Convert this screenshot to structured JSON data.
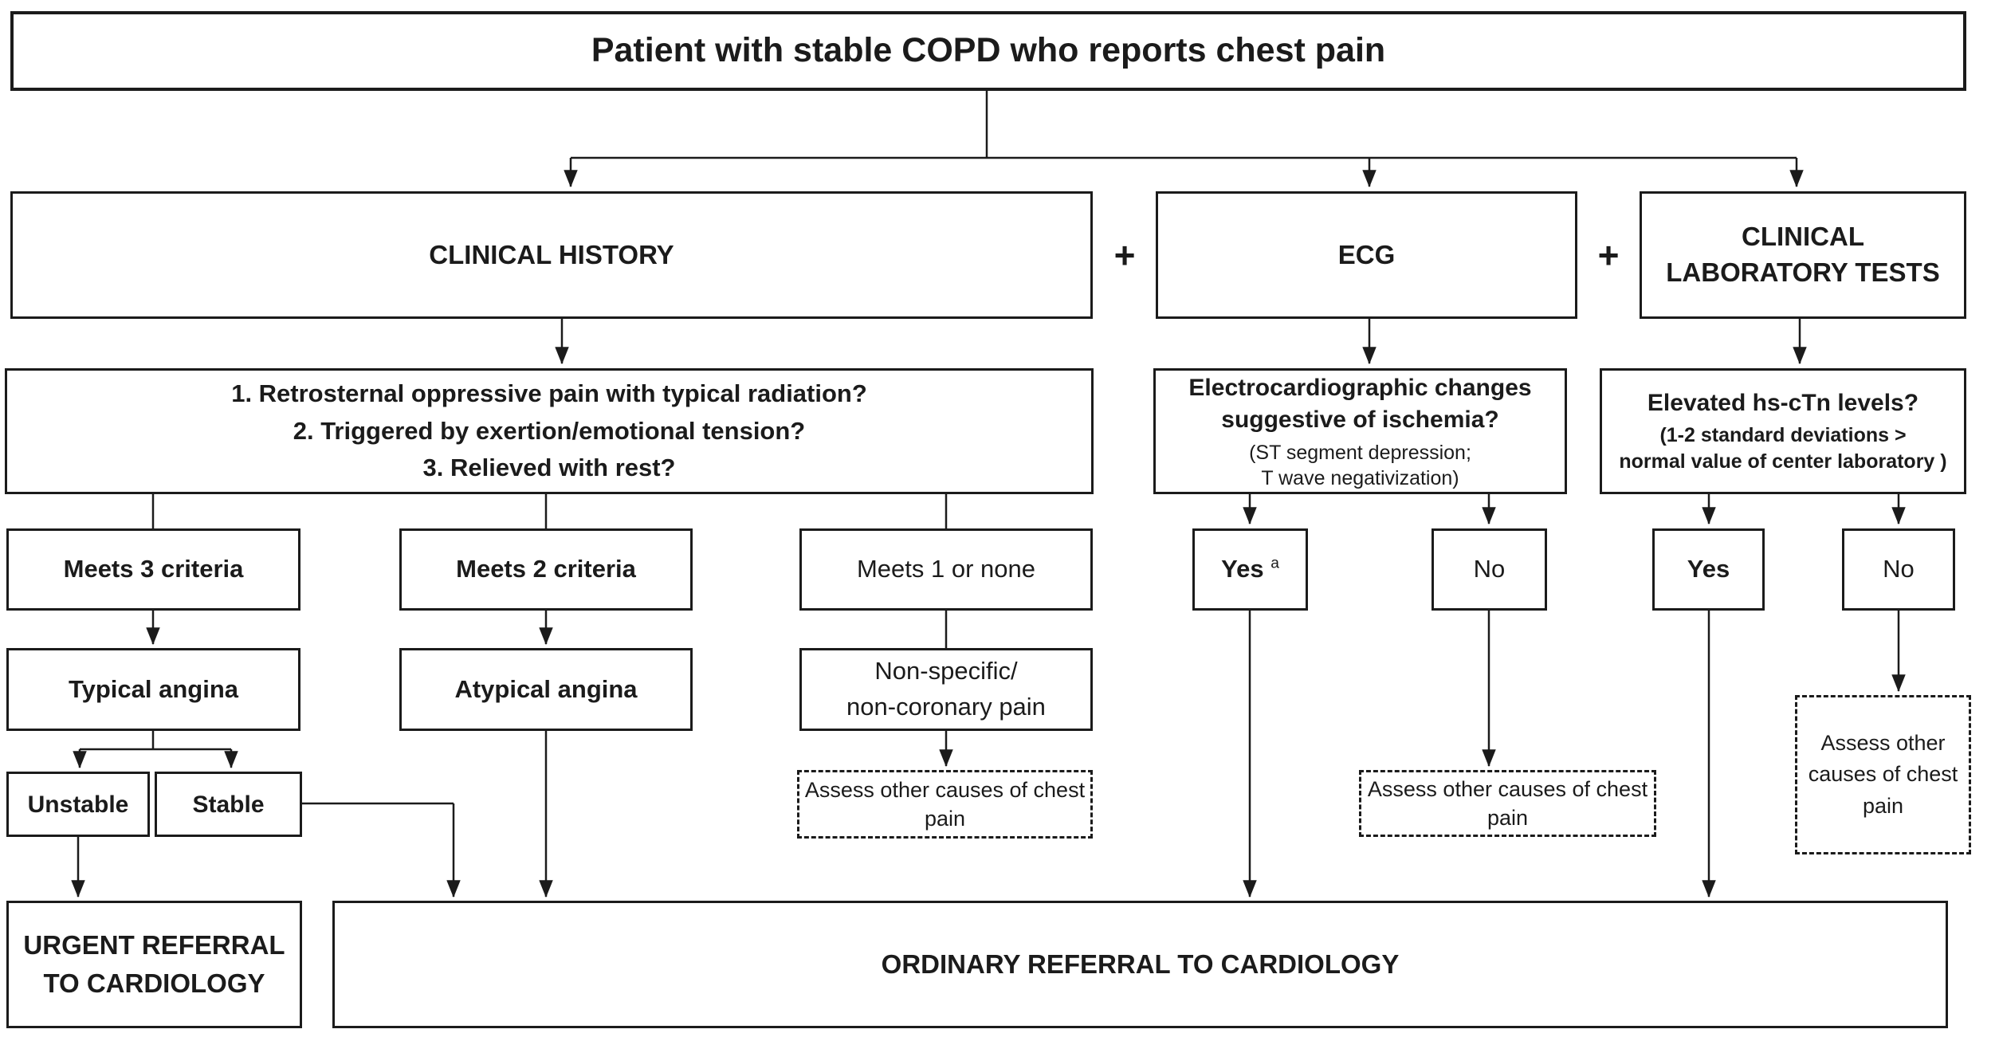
{
  "title": "Patient with stable COPD who reports chest pain",
  "operators": {
    "plus_left": "+",
    "plus_right": "+"
  },
  "clinical_history": {
    "header": "CLINICAL HISTORY",
    "criteria": [
      "1. Retrosternal oppressive pain with typical radiation?",
      "2. Triggered by exertion/emotional tension?",
      "3. Relieved with rest?"
    ],
    "meets_3": "Meets 3 criteria",
    "meets_2": "Meets 2 criteria",
    "meets_1": "Meets 1 or none",
    "typical_angina": "Typical angina",
    "atypical_angina": "Atypical angina",
    "non_specific_line1": "Non-specific/",
    "non_specific_line2": "non-coronary pain",
    "unstable": "Unstable",
    "stable": "Stable",
    "assess_other": "Assess other causes of chest pain"
  },
  "ecg": {
    "header": "ECG",
    "question": "Electrocardiographic changes suggestive of ischemia?",
    "note_line1": "(ST segment depression;",
    "note_line2": "T wave negativization)",
    "yes": "Yes",
    "yes_footnote": "a",
    "no": "No",
    "assess_other": "Assess other causes of chest pain"
  },
  "lab": {
    "header": "CLINICAL LABORATORY TESTS",
    "question": "Elevated hs-cTn levels?",
    "note_line1": "(1-2 standard deviations >",
    "note_line2": "normal value of center laboratory )",
    "yes": "Yes",
    "no": "No",
    "assess_other": "Assess other causes of chest pain"
  },
  "referral": {
    "urgent": "URGENT REFERRAL TO CARDIOLOGY",
    "ordinary": "ORDINARY REFERRAL TO CARDIOLOGY"
  }
}
